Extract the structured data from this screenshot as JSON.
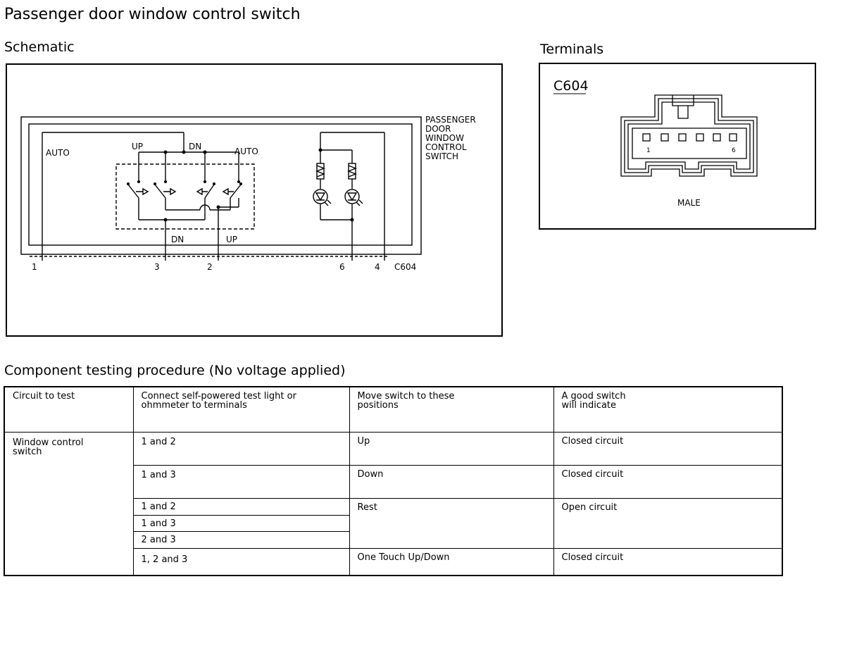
{
  "page_title": "Passenger door window control switch",
  "schematic": {
    "heading": "Schematic",
    "component_label": [
      "PASSENGER",
      "DOOR",
      "WINDOW",
      "CONTROL",
      "SWITCH"
    ],
    "auto_left": "AUTO",
    "auto_right": "AUTO",
    "up_top": "UP",
    "dn_top": "DN",
    "dn_bottom": "DN",
    "up_bottom": "UP",
    "pins": [
      "1",
      "3",
      "2",
      "6",
      "4"
    ],
    "connector": "C604"
  },
  "terminals": {
    "heading": "Terminals",
    "connector": "C604",
    "pin_first": "1",
    "pin_last": "6",
    "gender": "MALE"
  },
  "procedure": {
    "heading": "Component testing procedure (No voltage applied)",
    "headers": [
      [
        "Circuit to test"
      ],
      [
        "Connect self-powered test light or",
        "ohmmeter to terminals"
      ],
      [
        "Move switch to these",
        "positions"
      ],
      [
        "A good switch",
        "will indicate"
      ]
    ],
    "circuit": [
      "Window control",
      "switch"
    ],
    "rows": [
      {
        "terminals": "1 and 2",
        "position": "Up",
        "result": "Closed circuit"
      },
      {
        "terminals": "1 and 3",
        "position": "Down",
        "result": "Closed circuit"
      },
      {
        "terminals": "1 and 2",
        "position": "Rest",
        "result": "Open circuit"
      },
      {
        "terminals": "1 and 3"
      },
      {
        "terminals": "2 and 3"
      },
      {
        "terminals": "1, 2 and 3",
        "position": "One Touch Up/Down",
        "result": "Closed circuit"
      }
    ]
  }
}
